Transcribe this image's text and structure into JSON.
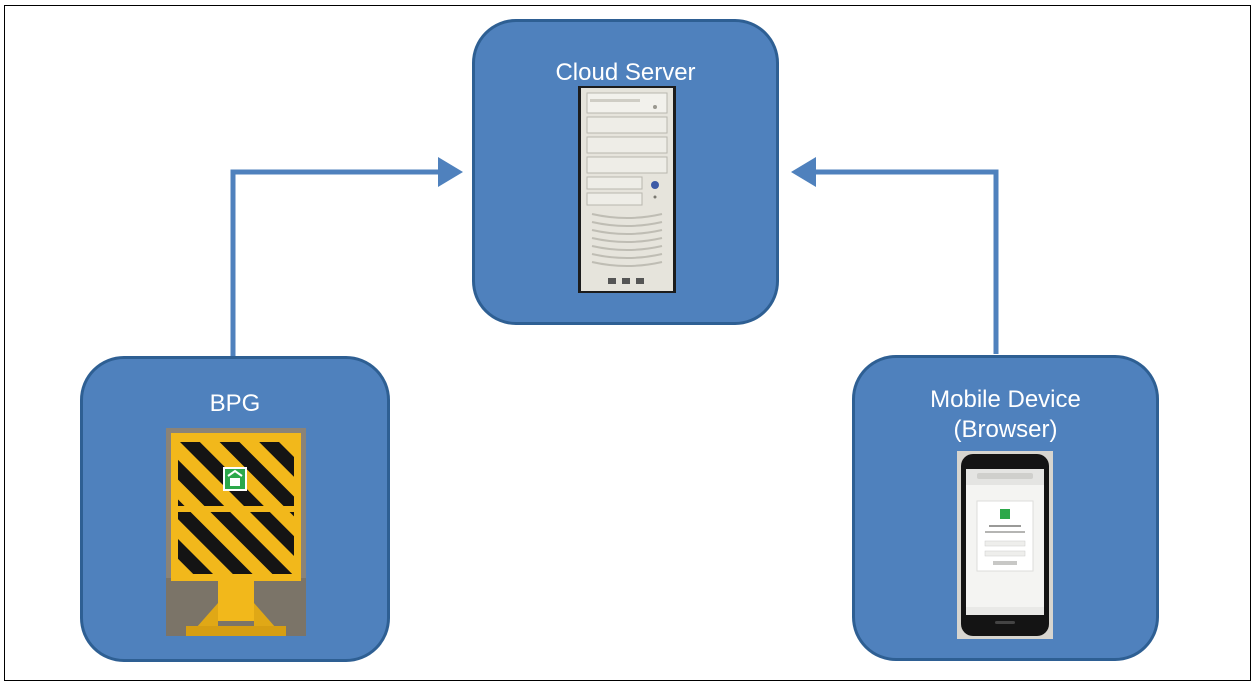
{
  "diagram": {
    "nodes": {
      "cloud": {
        "label": "Cloud Server",
        "icon": "server-tower-icon"
      },
      "bpg": {
        "label": "BPG",
        "icon": "bpg-hazard-box-icon"
      },
      "mobile": {
        "label_line1": "Mobile Device",
        "label_line2": "(Browser)",
        "icon": "smartphone-browser-icon"
      }
    },
    "edges": [
      {
        "from": "BPG",
        "to": "Cloud Server"
      },
      {
        "from": "Mobile Device (Browser)",
        "to": "Cloud Server"
      }
    ],
    "colors": {
      "node_fill": "#4f81bd",
      "node_border": "#2e5f93",
      "connector": "#4f81bd",
      "label_text": "#ffffff",
      "hazard_yellow": "#f2b81b"
    }
  }
}
